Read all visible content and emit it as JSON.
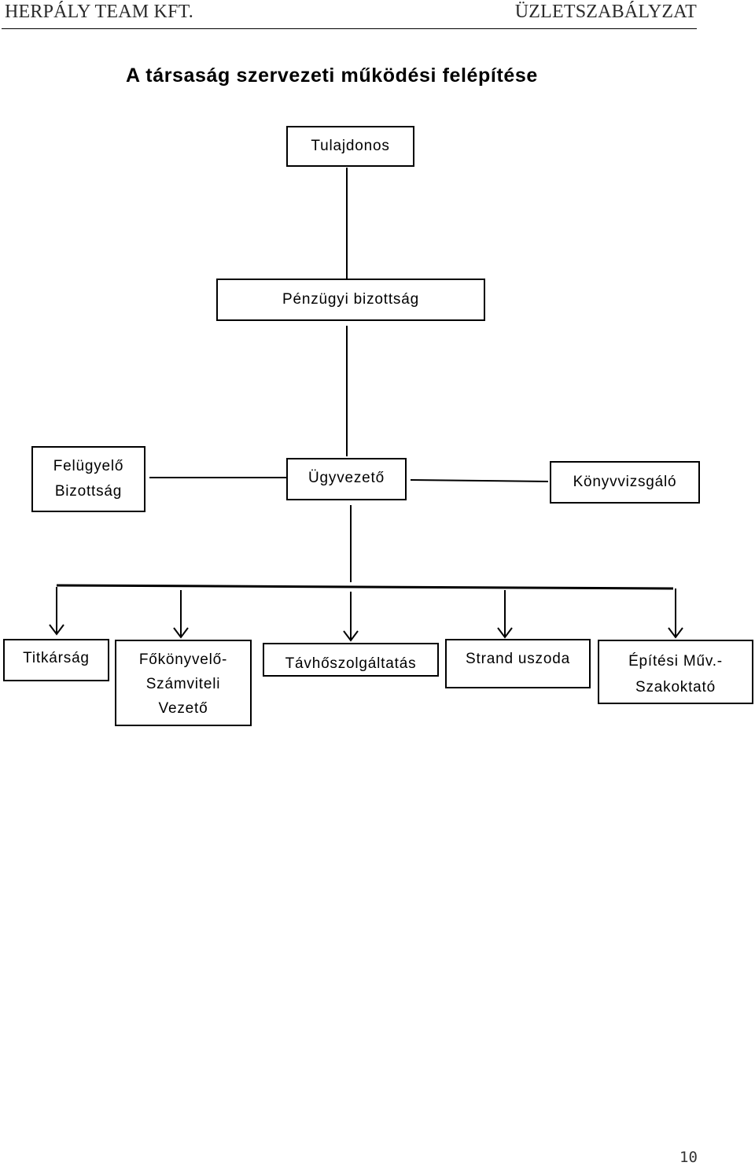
{
  "header": {
    "company": "HERPÁLY TEAM KFT.",
    "document": "ÜZLETSZABÁLYZAT"
  },
  "title": "A társaság szervezeti működési felépítése",
  "org": {
    "owner": "Tulajdonos",
    "finance_committee": "Pénzügyi bizottság",
    "supervisory_board": [
      "Felügyelő",
      "Bizottság"
    ],
    "ceo": "Ügyvezető",
    "auditor": "Könyvvizsgáló",
    "departments": {
      "secretariat": "Titkárság",
      "accounting": [
        "Főkönyvelő-",
        "Számviteli",
        "Vezető"
      ],
      "district_heating": "Távhőszolgáltatás",
      "pool": "Strand uszoda",
      "construction": [
        "Építési Műv.-",
        "Szakoktató"
      ]
    }
  },
  "page_number": "10"
}
